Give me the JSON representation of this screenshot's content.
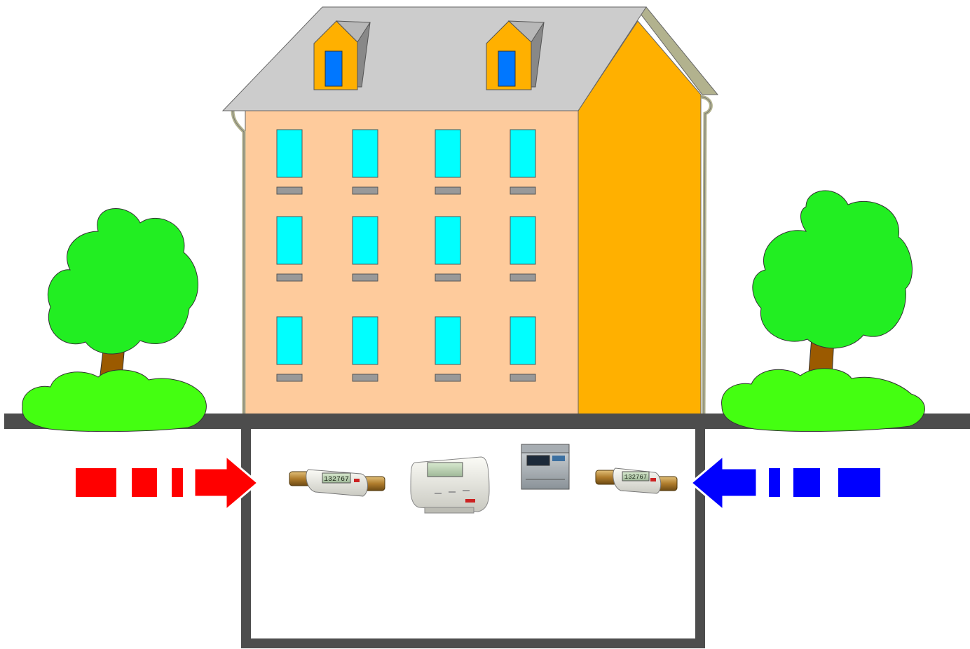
{
  "scene": {
    "subject": "building-heating-metering",
    "colors": {
      "background": "#ffffff",
      "ground": "#4d4d4d",
      "facade_front": "#fecb9c",
      "facade_side": "#ffb000",
      "roof": "#cccccc",
      "roof_edge": "#b2b28e",
      "dormer_body": "#ffb000",
      "dormer_window": "#0077ff",
      "window": "#00ffff",
      "sill": "#999999",
      "foliage": "#44ff11",
      "foliage_bright": "#22ee22",
      "trunk": "#9b5a00",
      "supply_arrow": "#ff0000",
      "return_arrow": "#0000ff",
      "outline": "#555555"
    },
    "icons": {
      "supply_flow": "arrow-right-red",
      "return_flow": "arrow-left-blue",
      "trees": "tree-icon"
    },
    "window_rows": 3,
    "window_columns": 4,
    "dormers": 2,
    "meters": [
      {
        "id": "supply-flow-meter",
        "icon": "ultrasonic-flow-meter-icon",
        "display": "132767"
      },
      {
        "id": "heat-calculator",
        "icon": "heat-calculator-icon",
        "display": ""
      },
      {
        "id": "electric-meter",
        "icon": "din-rail-meter-icon",
        "display": ""
      },
      {
        "id": "return-flow-meter",
        "icon": "ultrasonic-flow-meter-icon",
        "display": "132767"
      }
    ]
  }
}
